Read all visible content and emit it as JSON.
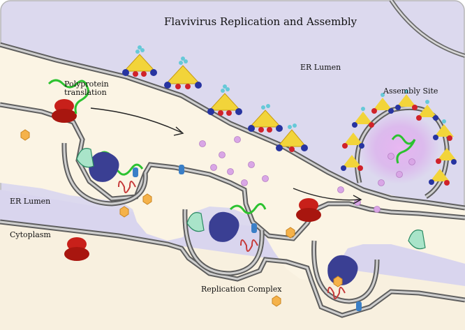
{
  "title": "Flavivirus Replication and Assembly",
  "labels": {
    "er_lumen_top": "ER Lumen",
    "er_lumen_left": "ER Lumen",
    "cytoplasm": "Cytoplasm",
    "polyprotein_line1": "Polyprotein",
    "polyprotein_line2": "translation",
    "assembly_site": "Assembly Site",
    "replication_complex": "Replication Complex"
  },
  "colors": {
    "lumen": "#dcd9ee",
    "cytoplasm": "#fbf3e2",
    "membrane": "#7a7a7a",
    "ribosome": "#c8201a",
    "rna": "#2cc230",
    "polymerase": "#3a3f93",
    "virion_particle": "#d9a6e6",
    "glycoprotein": "#f2d43a",
    "hexagon": "#f5b24a"
  }
}
